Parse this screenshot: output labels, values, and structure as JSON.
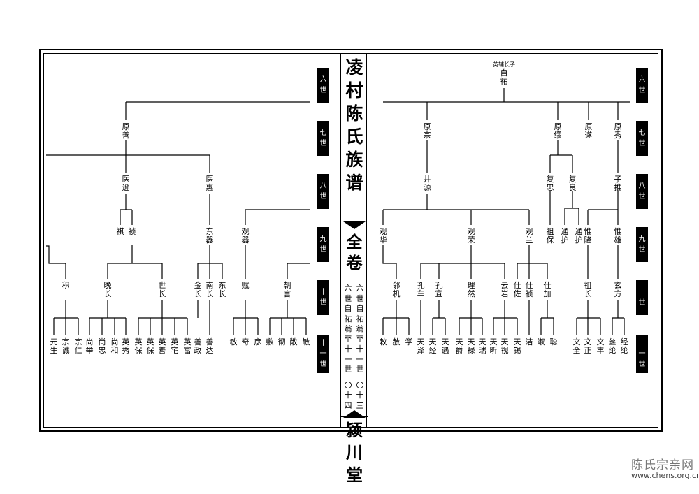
{
  "spine": {
    "title": [
      "凌",
      "村",
      "陈",
      "氏",
      "族",
      "谱"
    ],
    "volume": [
      "全",
      "卷"
    ],
    "subtitle_right": [
      "六",
      "世",
      "自",
      "祐",
      "翁",
      "至",
      "十",
      "一",
      "世",
      "",
      "〇",
      "十",
      "三"
    ],
    "subtitle_left": [
      "六",
      "世",
      "自",
      "祐",
      "翁",
      "至",
      "十",
      "一",
      "世",
      "",
      "〇",
      "十",
      "四"
    ],
    "hall": [
      "颍",
      "川",
      "堂"
    ]
  },
  "generation_labels": [
    {
      "id": "6",
      "chars": [
        "六",
        "世"
      ]
    },
    {
      "id": "7",
      "chars": [
        "七",
        "世"
      ]
    },
    {
      "id": "8",
      "chars": [
        "八",
        "世"
      ]
    },
    {
      "id": "9",
      "chars": [
        "九",
        "世"
      ]
    },
    {
      "id": "10",
      "chars": [
        "十",
        "世"
      ]
    },
    {
      "id": "11",
      "chars": [
        "十",
        "一",
        "世"
      ]
    }
  ],
  "founder": {
    "note": "英辅长子",
    "name": [
      "自",
      "祐"
    ]
  },
  "right_page": [
    {
      "text": "原宗"
    },
    {
      "text": "原缪"
    },
    {
      "text": "原遂"
    },
    {
      "text": "原秀"
    },
    {
      "text": "井源"
    },
    {
      "text": "复忠"
    },
    {
      "text": "复良"
    },
    {
      "text": "子推"
    },
    {
      "text": "观华"
    },
    {
      "text": "观荣"
    },
    {
      "text": "观兰"
    },
    {
      "text": "祖保"
    },
    {
      "text": "通护"
    },
    {
      "text": "通护"
    },
    {
      "text": "惟隆"
    },
    {
      "text": "惟雄"
    },
    {
      "text": "邻机"
    },
    {
      "text": "孔车"
    },
    {
      "text": "孔宣"
    },
    {
      "text": "理然"
    },
    {
      "text": "云岩"
    },
    {
      "text": "仕佐"
    },
    {
      "text": "仕祯"
    },
    {
      "text": "仕加"
    },
    {
      "text": "祖长"
    },
    {
      "text": "玄方"
    },
    {
      "text": "敕"
    },
    {
      "text": "赦"
    },
    {
      "text": "学"
    },
    {
      "text": "天泽"
    },
    {
      "text": "天经"
    },
    {
      "text": "天遇"
    },
    {
      "text": "天爵"
    },
    {
      "text": "天禄"
    },
    {
      "text": "天瑞"
    },
    {
      "text": "天昕"
    },
    {
      "text": "天视"
    },
    {
      "text": "天锡"
    },
    {
      "text": "洁"
    },
    {
      "text": "淑"
    },
    {
      "text": "聪"
    },
    {
      "text": "文全"
    },
    {
      "text": "文正"
    },
    {
      "text": "文丰"
    },
    {
      "text": "丝纶"
    },
    {
      "text": "经纶"
    }
  ],
  "left_page": [
    {
      "text": "原善"
    },
    {
      "text": "医逊"
    },
    {
      "text": "医惠"
    },
    {
      "text": "祺"
    },
    {
      "text": "祯"
    },
    {
      "text": "东器"
    },
    {
      "text": "观器"
    },
    {
      "text": "积"
    },
    {
      "text": "晚长"
    },
    {
      "text": "世长"
    },
    {
      "text": "金长"
    },
    {
      "text": "南长"
    },
    {
      "text": "东长"
    },
    {
      "text": "赋"
    },
    {
      "text": "朝言"
    },
    {
      "text": "元生"
    },
    {
      "text": "宗诚"
    },
    {
      "text": "宗仁"
    },
    {
      "text": "尚举"
    },
    {
      "text": "尚忠"
    },
    {
      "text": "尚和"
    },
    {
      "text": "英秀"
    },
    {
      "text": "英保"
    },
    {
      "text": "英保"
    },
    {
      "text": "英善"
    },
    {
      "text": "英宅"
    },
    {
      "text": "英富"
    },
    {
      "text": "善政"
    },
    {
      "text": "善达"
    },
    {
      "text": "敏"
    },
    {
      "text": "奇"
    },
    {
      "text": "彦"
    },
    {
      "text": "敷"
    },
    {
      "text": "彻"
    },
    {
      "text": "敞"
    },
    {
      "text": "敏"
    }
  ],
  "watermark": {
    "title": "陈氏宗亲网",
    "url": "www.chens.org.cn"
  }
}
